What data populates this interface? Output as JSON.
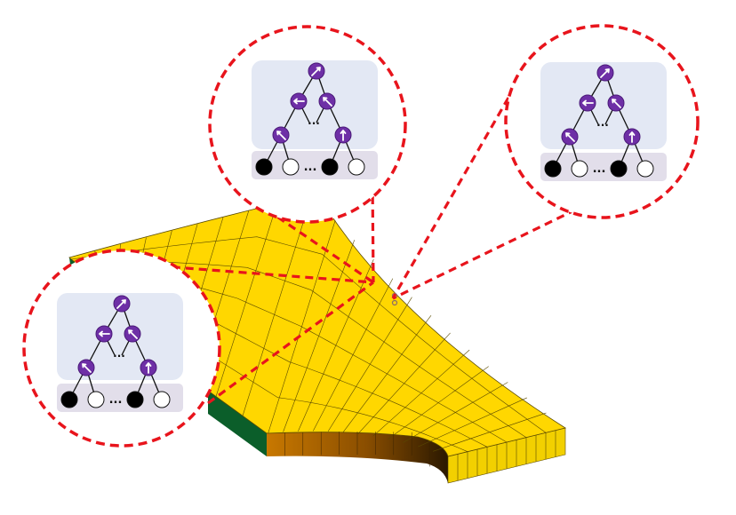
{
  "figure": {
    "colors": {
      "top_face": "#FFD700",
      "top_face_light": "#FFE23A",
      "mesh_line": "#5a4a00",
      "side_dark_green": "#0b5e2a",
      "inner_curve_from": "#B86B00",
      "inner_curve_to": "#3a2200",
      "front_face": "#F2D000",
      "callout_dash": "#E8141C",
      "panel_fill": "#E3E8F4",
      "leaf_panel_fill": "#E2DEEA",
      "node_purple": "#6E2FA6",
      "node_outline": "#4A1A78",
      "arrow_white": "#FFFFFF",
      "leaf_black": "#000000",
      "leaf_white": "#FFFFFF",
      "probe_point": "#8a6a6a"
    },
    "mesh_description_count": {
      "radial_lines": 14,
      "arc_lines": 6
    },
    "callouts": [
      {
        "id": "top",
        "icons": [
          "rotated-arrow-node-icon",
          "left-arrow-node-icon",
          "diagonal-arrow-node-icon",
          "diagonal-arrow-node-icon",
          "up-arrow-node-icon"
        ],
        "leaf_pattern": [
          "filled",
          "empty",
          "ellipsis",
          "filled",
          "empty"
        ],
        "ellipsis": "..."
      },
      {
        "id": "right",
        "icons": [
          "rotated-arrow-node-icon",
          "left-arrow-node-icon",
          "diagonal-arrow-node-icon",
          "diagonal-arrow-node-icon",
          "up-arrow-node-icon"
        ],
        "leaf_pattern": [
          "filled",
          "empty",
          "ellipsis",
          "filled",
          "empty"
        ],
        "ellipsis": "..."
      },
      {
        "id": "left",
        "icons": [
          "rotated-arrow-node-icon",
          "left-arrow-node-icon",
          "diagonal-arrow-node-icon",
          "diagonal-arrow-node-icon",
          "up-arrow-node-icon"
        ],
        "leaf_pattern": [
          "filled",
          "empty",
          "ellipsis",
          "filled",
          "empty"
        ],
        "ellipsis": "..."
      }
    ]
  }
}
